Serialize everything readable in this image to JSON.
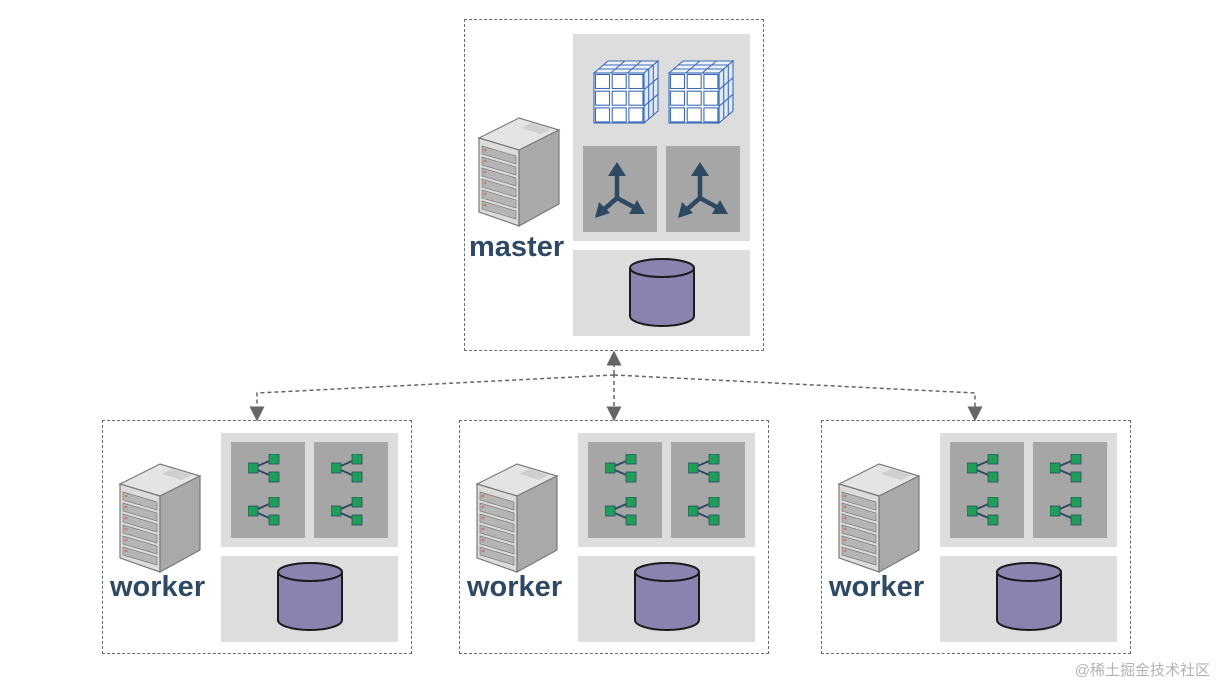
{
  "master": {
    "label": "master"
  },
  "workers": [
    {
      "label": "worker"
    },
    {
      "label": "worker"
    },
    {
      "label": "worker"
    }
  ],
  "watermark": "@稀土掘金技术社区",
  "colors": {
    "label_text": "#2e4a63",
    "icon_dark": "#2e4a63",
    "cube_blue": "#3c6bb5",
    "node_green": "#1f9e58",
    "database_fill": "#8c82b0",
    "panel_gray": "#dddddd",
    "tile_gray": "#a6a6a6",
    "connector": "#666666"
  }
}
